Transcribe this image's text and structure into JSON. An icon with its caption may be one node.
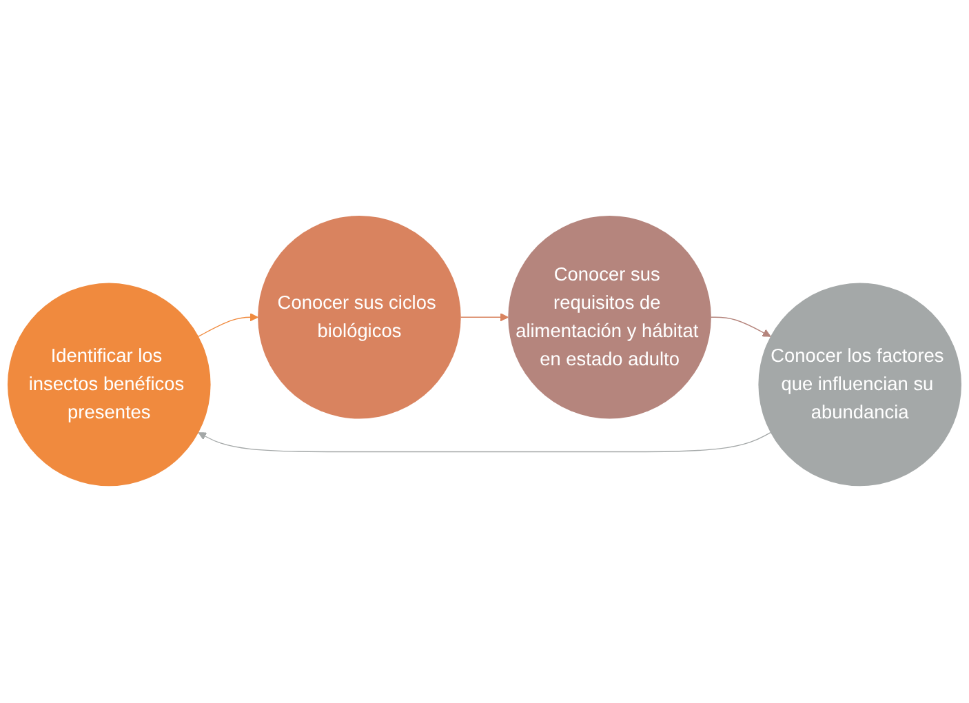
{
  "diagram": {
    "nodes": [
      {
        "text": [
          "Identificar los insectos benéficos presentes"
        ]
      },
      {
        "text": [
          "Conocer sus ciclos biológicos"
        ]
      },
      {
        "text": [
          "Conocer sus requisitos de alimentación y hábitat en estado adulto"
        ]
      },
      {
        "text": [
          "Conocer los factores que influencian su abundancia"
        ]
      }
    ],
    "edges": [
      {
        "from": 0,
        "to": 1,
        "arrow": "to",
        "color": "#f08a3e"
      },
      {
        "from": 1,
        "to": 2,
        "arrow": "to",
        "color": "#d9835f"
      },
      {
        "from": 2,
        "to": 3,
        "arrow": "to",
        "color": "#b5857d"
      },
      {
        "from": 3,
        "to": 0,
        "arrow": "to",
        "color": "#a4a8a8"
      }
    ]
  }
}
